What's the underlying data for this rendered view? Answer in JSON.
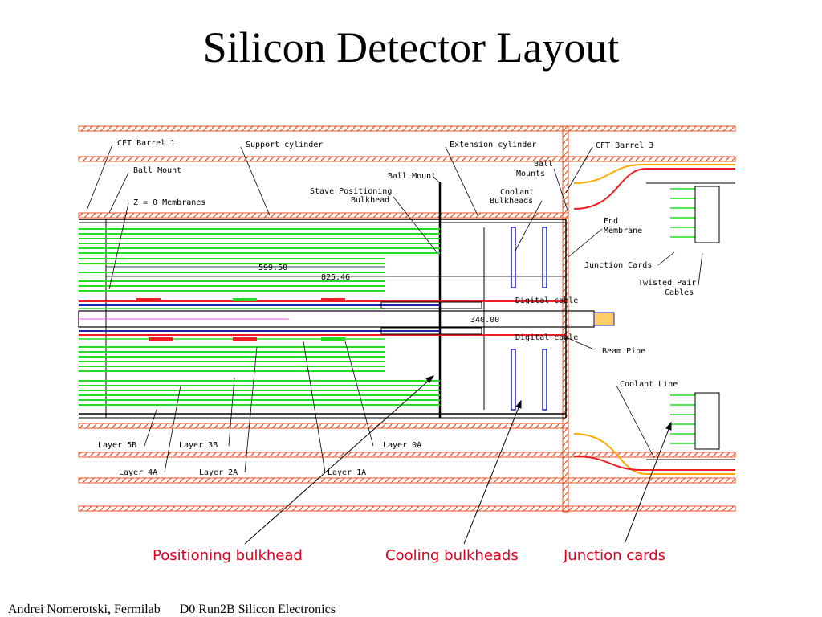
{
  "title": "Silicon Detector Layout",
  "labels": {
    "cft_barrel_1": "CFT Barrel 1",
    "support_cylinder": "Support cylinder",
    "extension_cylinder": "Extension cylinder",
    "cft_barrel_3": "CFT Barrel 3",
    "ball_mount_left": "Ball Mount",
    "ball_mount_center": "Ball Mount",
    "ball_mounts": [
      "Ball",
      "Mounts"
    ],
    "z0_membranes": "Z = 0 Membranes",
    "stave_bulkhead": [
      "Stave Positioning",
      "Bulkhead"
    ],
    "coolant_bulkheads": [
      "Coolant",
      "Bulkheads"
    ],
    "end_membrane": [
      "End",
      "Membrane"
    ],
    "junction_cards": "Junction Cards",
    "twisted_pair": [
      "Twisted Pair",
      "Cables"
    ],
    "dim_599": "599.50",
    "dim_825": "825.46",
    "dim_340": "340.00",
    "digital_cable_top": "Digital cable",
    "digital_cable_bottom": "Digital cable",
    "beam_pipe": "Beam Pipe",
    "coolant_line": "Coolant Line",
    "layer_5b": "Layer 5B",
    "layer_3b": "Layer 3B",
    "layer_0a": "Layer 0A",
    "layer_4a": "Layer 4A",
    "layer_2a": "Layer 2A",
    "layer_1a": "Layer 1A"
  },
  "callouts": {
    "positioning_bulkhead": "Positioning bulkhead",
    "cooling_bulkheads": "Cooling bulkheads",
    "junction_cards": "Junction cards"
  },
  "colors": {
    "hatch": "#e8542a",
    "layer_green": "#22dd22",
    "cable_red": "#ee1c24",
    "bulkhead_blue": "#2222cc",
    "callout_red": "#e0001b",
    "cable_orange": "#ffaa00"
  },
  "footer": {
    "author": "Andrei Nomerotski, Fermilab",
    "project": "D0 Run2B Silicon Electronics"
  }
}
